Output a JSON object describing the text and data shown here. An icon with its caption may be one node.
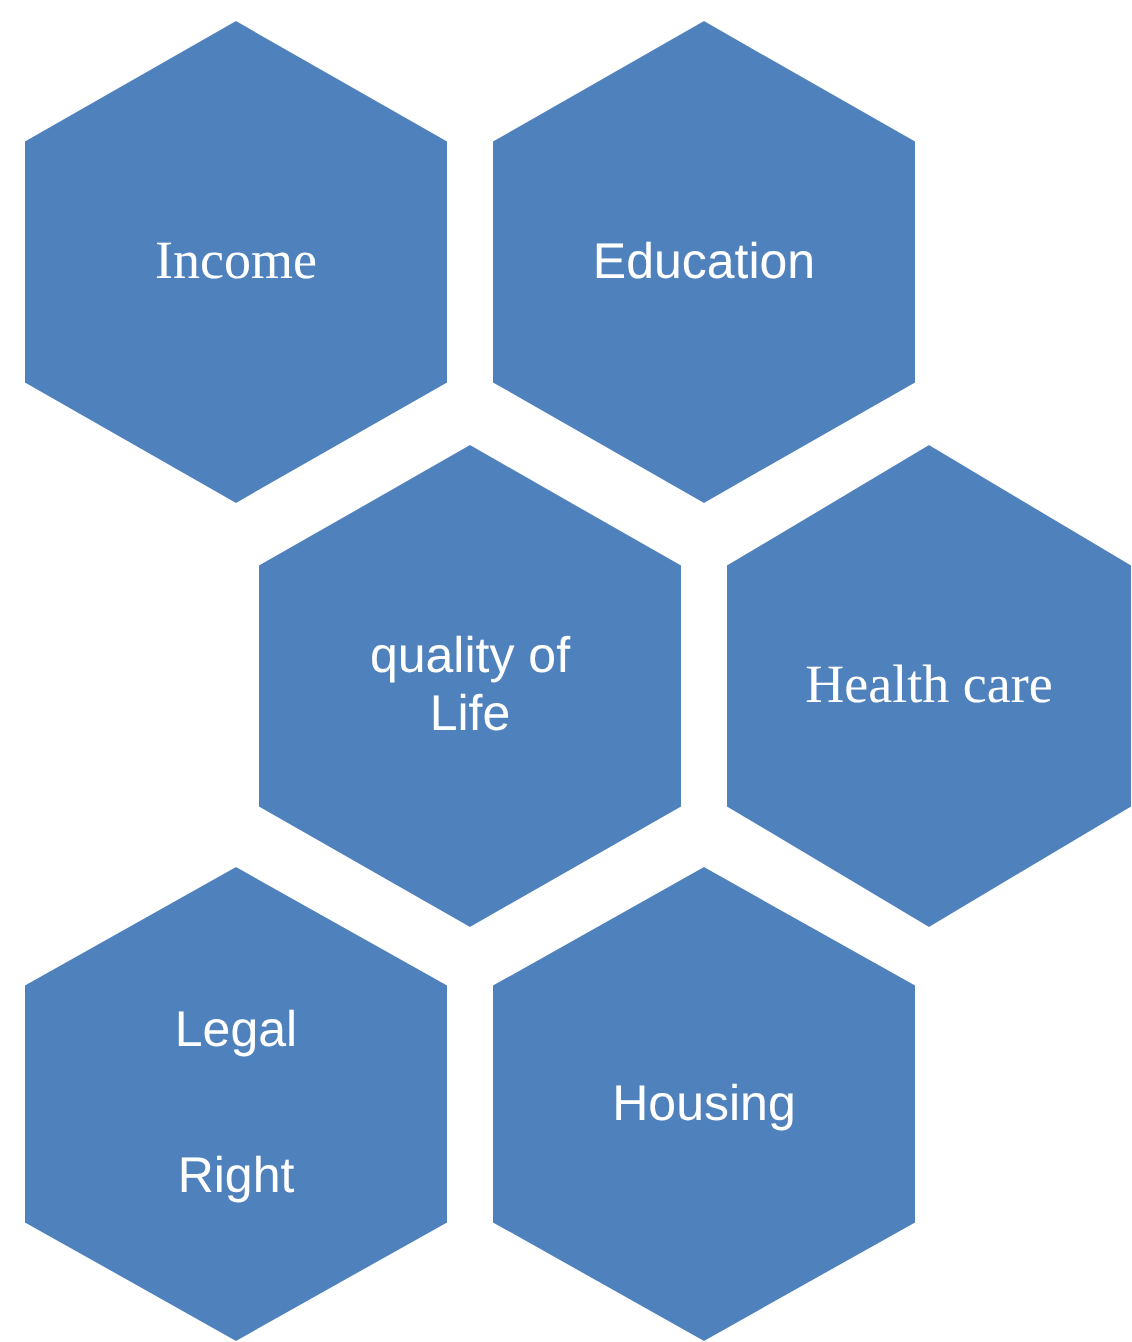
{
  "diagram": {
    "nodes": [
      {
        "text": [
          "Income"
        ]
      },
      {
        "text": [
          "Education"
        ]
      },
      {
        "text": [
          "quality of Life"
        ]
      },
      {
        "text": [
          "Health care"
        ]
      },
      {
        "text": [
          "Legal",
          "Right"
        ]
      },
      {
        "text": [
          "Housing"
        ]
      }
    ]
  }
}
